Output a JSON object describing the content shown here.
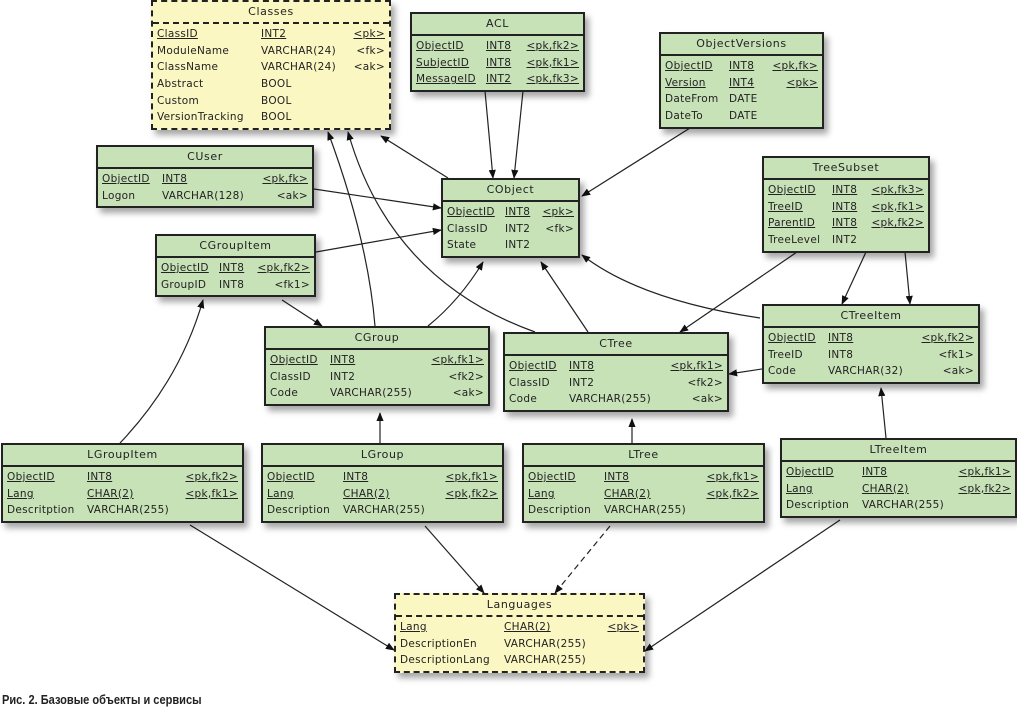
{
  "caption": "Рис. 2. Базовые объекты и сервисы",
  "entities": {
    "Classes": {
      "title": "Classes",
      "external": true,
      "rows": [
        {
          "name": "ClassID",
          "type": "INT2",
          "key": "<pk>",
          "pk": true
        },
        {
          "name": "ModuleName",
          "type": "VARCHAR(24)",
          "key": "<fk>",
          "pk": false
        },
        {
          "name": "ClassName",
          "type": "VARCHAR(24)",
          "key": "<ak>",
          "pk": false
        },
        {
          "name": "Abstract",
          "type": "BOOL",
          "key": "",
          "pk": false
        },
        {
          "name": "Custom",
          "type": "BOOL",
          "key": "",
          "pk": false
        },
        {
          "name": "VersionTracking",
          "type": "BOOL",
          "key": "",
          "pk": false
        }
      ]
    },
    "ACL": {
      "title": "ACL",
      "external": false,
      "rows": [
        {
          "name": "ObjectID",
          "type": "INT8",
          "key": "<pk,fk2>",
          "pk": true
        },
        {
          "name": "SubjectID",
          "type": "INT8",
          "key": "<pk,fk1>",
          "pk": true
        },
        {
          "name": "MessageID",
          "type": "INT2",
          "key": "<pk,fk3>",
          "pk": true
        }
      ]
    },
    "ObjectVersions": {
      "title": "ObjectVersions",
      "external": false,
      "rows": [
        {
          "name": "ObjectID",
          "type": "INT8",
          "key": "<pk,fk>",
          "pk": true
        },
        {
          "name": "Version",
          "type": "INT4",
          "key": "<pk>",
          "pk": true
        },
        {
          "name": "DateFrom",
          "type": "DATE",
          "key": "",
          "pk": false
        },
        {
          "name": "DateTo",
          "type": "DATE",
          "key": "",
          "pk": false
        }
      ]
    },
    "CUser": {
      "title": "CUser",
      "external": false,
      "rows": [
        {
          "name": "ObjectID",
          "type": "INT8",
          "key": "<pk,fk>",
          "pk": true
        },
        {
          "name": "Logon",
          "type": "VARCHAR(128)",
          "key": "<ak>",
          "pk": false
        }
      ]
    },
    "CObject": {
      "title": "CObject",
      "external": false,
      "rows": [
        {
          "name": "ObjectID",
          "type": "INT8",
          "key": "<pk>",
          "pk": true
        },
        {
          "name": "ClassID",
          "type": "INT2",
          "key": "<fk>",
          "pk": false
        },
        {
          "name": "State",
          "type": "INT2",
          "key": "",
          "pk": false
        }
      ]
    },
    "TreeSubset": {
      "title": "TreeSubset",
      "external": false,
      "rows": [
        {
          "name": "ObjectID",
          "type": "INT8",
          "key": "<pk,fk3>",
          "pk": true
        },
        {
          "name": "TreeID",
          "type": "INT8",
          "key": "<pk,fk1>",
          "pk": true
        },
        {
          "name": "ParentID",
          "type": "INT8",
          "key": "<pk,fk2>",
          "pk": true
        },
        {
          "name": "TreeLevel",
          "type": "INT2",
          "key": "",
          "pk": false
        }
      ]
    },
    "CGroupItem": {
      "title": "CGroupItem",
      "external": false,
      "rows": [
        {
          "name": "ObjectID",
          "type": "INT8",
          "key": "<pk,fk2>",
          "pk": true
        },
        {
          "name": "GroupID",
          "type": "INT8",
          "key": "<fk1>",
          "pk": false
        }
      ]
    },
    "CGroup": {
      "title": "CGroup",
      "external": false,
      "rows": [
        {
          "name": "ObjectID",
          "type": "INT8",
          "key": "<pk,fk1>",
          "pk": true
        },
        {
          "name": "ClassID",
          "type": "INT2",
          "key": "<fk2>",
          "pk": false
        },
        {
          "name": "Code",
          "type": "VARCHAR(255)",
          "key": "<ak>",
          "pk": false
        }
      ]
    },
    "CTree": {
      "title": "CTree",
      "external": false,
      "rows": [
        {
          "name": "ObjectID",
          "type": "INT8",
          "key": "<pk,fk1>",
          "pk": true
        },
        {
          "name": "ClassID",
          "type": "INT2",
          "key": "<fk2>",
          "pk": false
        },
        {
          "name": "Code",
          "type": "VARCHAR(255)",
          "key": "<ak>",
          "pk": false
        }
      ]
    },
    "CTreeItem": {
      "title": "CTreeItem",
      "external": false,
      "rows": [
        {
          "name": "ObjectID",
          "type": "INT8",
          "key": "<pk,fk2>",
          "pk": true
        },
        {
          "name": "TreeID",
          "type": "INT8",
          "key": "<fk1>",
          "pk": false
        },
        {
          "name": "Code",
          "type": "VARCHAR(32)",
          "key": "<ak>",
          "pk": false
        }
      ]
    },
    "LGroupItem": {
      "title": "LGroupItem",
      "external": false,
      "rows": [
        {
          "name": "ObjectID",
          "type": "INT8",
          "key": "<pk,fk2>",
          "pk": true
        },
        {
          "name": "Lang",
          "type": "CHAR(2)",
          "key": "<pk,fk1>",
          "pk": true
        },
        {
          "name": "Descritption",
          "type": "VARCHAR(255)",
          "key": "",
          "pk": false
        }
      ]
    },
    "LGroup": {
      "title": "LGroup",
      "external": false,
      "rows": [
        {
          "name": "ObjectID",
          "type": "INT8",
          "key": "<pk,fk1>",
          "pk": true
        },
        {
          "name": "Lang",
          "type": "CHAR(2)",
          "key": "<pk,fk2>",
          "pk": true
        },
        {
          "name": "Description",
          "type": "VARCHAR(255)",
          "key": "",
          "pk": false
        }
      ]
    },
    "LTree": {
      "title": "LTree",
      "external": false,
      "rows": [
        {
          "name": "ObjectID",
          "type": "INT8",
          "key": "<pk,fk1>",
          "pk": true
        },
        {
          "name": "Lang",
          "type": "CHAR(2)",
          "key": "<pk,fk2>",
          "pk": true
        },
        {
          "name": "Description",
          "type": "VARCHAR(255)",
          "key": "",
          "pk": false
        }
      ]
    },
    "LTreeItem": {
      "title": "LTreeItem",
      "external": false,
      "rows": [
        {
          "name": "ObjectID",
          "type": "INT8",
          "key": "<pk,fk1>",
          "pk": true
        },
        {
          "name": "Lang",
          "type": "CHAR(2)",
          "key": "<pk,fk2>",
          "pk": true
        },
        {
          "name": "Description",
          "type": "VARCHAR(255)",
          "key": "",
          "pk": false
        }
      ]
    },
    "Languages": {
      "title": "Languages",
      "external": true,
      "rows": [
        {
          "name": "Lang",
          "type": "CHAR(2)",
          "key": "<pk>",
          "pk": true
        },
        {
          "name": "DescriptionEn",
          "type": "VARCHAR(255)",
          "key": "",
          "pk": false
        },
        {
          "name": "DescriptionLang",
          "type": "VARCHAR(255)",
          "key": "",
          "pk": false
        }
      ]
    }
  },
  "relationships": [
    {
      "from": "ACL",
      "to": "CObject",
      "style": "solid"
    },
    {
      "from": "ACL",
      "to": "CObject",
      "style": "solid"
    },
    {
      "from": "ObjectVersions",
      "to": "CObject",
      "style": "solid"
    },
    {
      "from": "CObject",
      "to": "Classes",
      "style": "solid"
    },
    {
      "from": "CUser",
      "to": "CObject",
      "style": "solid"
    },
    {
      "from": "CGroupItem",
      "to": "CObject",
      "style": "solid"
    },
    {
      "from": "CGroupItem",
      "to": "CGroup",
      "style": "solid"
    },
    {
      "from": "CGroup",
      "to": "CObject",
      "style": "solid"
    },
    {
      "from": "CGroup",
      "to": "Classes",
      "style": "solid"
    },
    {
      "from": "CTree",
      "to": "Classes",
      "style": "solid"
    },
    {
      "from": "CTree",
      "to": "CObject",
      "style": "solid"
    },
    {
      "from": "TreeSubset",
      "to": "CObject",
      "style": "solid"
    },
    {
      "from": "TreeSubset",
      "to": "CTree",
      "style": "solid"
    },
    {
      "from": "TreeSubset",
      "to": "CTreeItem",
      "style": "solid"
    },
    {
      "from": "TreeSubset",
      "to": "CTreeItem",
      "style": "solid"
    },
    {
      "from": "CTreeItem",
      "to": "CObject",
      "style": "solid"
    },
    {
      "from": "CTreeItem",
      "to": "CTree",
      "style": "solid"
    },
    {
      "from": "LGroupItem",
      "to": "CGroupItem",
      "style": "solid"
    },
    {
      "from": "LGroup",
      "to": "CGroup",
      "style": "solid"
    },
    {
      "from": "LTree",
      "to": "CTree",
      "style": "solid"
    },
    {
      "from": "LTreeItem",
      "to": "CTreeItem",
      "style": "solid"
    },
    {
      "from": "LGroupItem",
      "to": "Languages",
      "style": "solid"
    },
    {
      "from": "LGroup",
      "to": "Languages",
      "style": "dashed"
    },
    {
      "from": "LTree",
      "to": "Languages",
      "style": "solid"
    },
    {
      "from": "LTreeItem",
      "to": "Languages",
      "style": "solid"
    }
  ]
}
